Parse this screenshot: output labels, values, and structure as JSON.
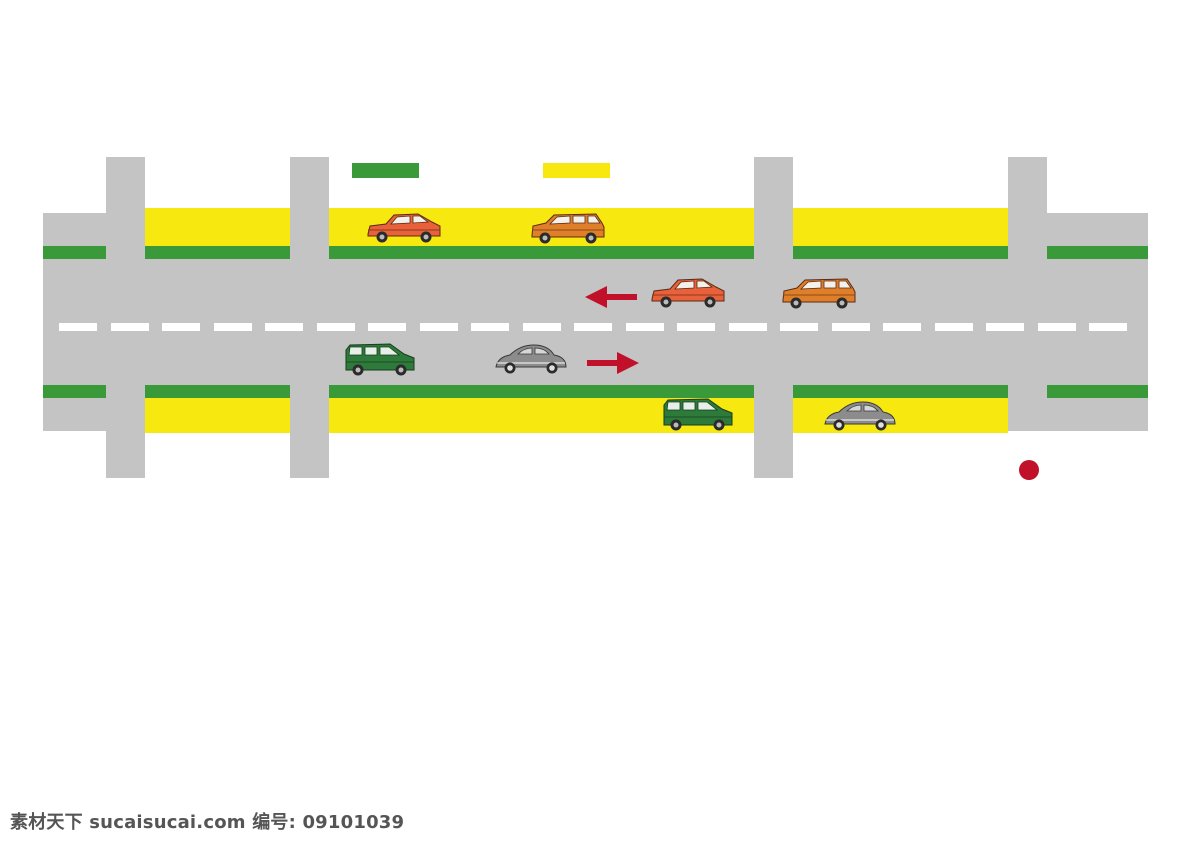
{
  "legend": {
    "green_color": "#3a9a3a",
    "yellow_color": "#f7e80f"
  },
  "colors": {
    "road": "#c4c4c4",
    "green_strip": "#3a9a3a",
    "yellow_strip": "#f7e80f",
    "lane_dash": "#ffffff",
    "arrow": "#c0102a",
    "marker": "#c0102a"
  },
  "vehicles": [
    {
      "id": "car-1",
      "type": "hatchback",
      "color": "#e8613a",
      "direction": "left"
    },
    {
      "id": "car-2",
      "type": "wagon",
      "color": "#e07f2a",
      "direction": "left"
    },
    {
      "id": "car-3",
      "type": "hatchback",
      "color": "#e8613a",
      "direction": "left"
    },
    {
      "id": "car-4",
      "type": "wagon",
      "color": "#e07f2a",
      "direction": "left"
    },
    {
      "id": "car-5",
      "type": "minivan",
      "color": "#2d7a3a",
      "direction": "right"
    },
    {
      "id": "car-6",
      "type": "beetle",
      "color": "#8c8c8c",
      "direction": "right"
    },
    {
      "id": "car-7",
      "type": "minivan",
      "color": "#2d7a3a",
      "direction": "right"
    },
    {
      "id": "car-8",
      "type": "beetle",
      "color": "#8c8c8c",
      "direction": "right"
    }
  ],
  "traffic_arrows": [
    {
      "id": "arrow-left",
      "direction": "left"
    },
    {
      "id": "arrow-right",
      "direction": "right"
    }
  ],
  "watermark": {
    "text": "素材天下 sucaisucai.com  编号: 09101039"
  }
}
